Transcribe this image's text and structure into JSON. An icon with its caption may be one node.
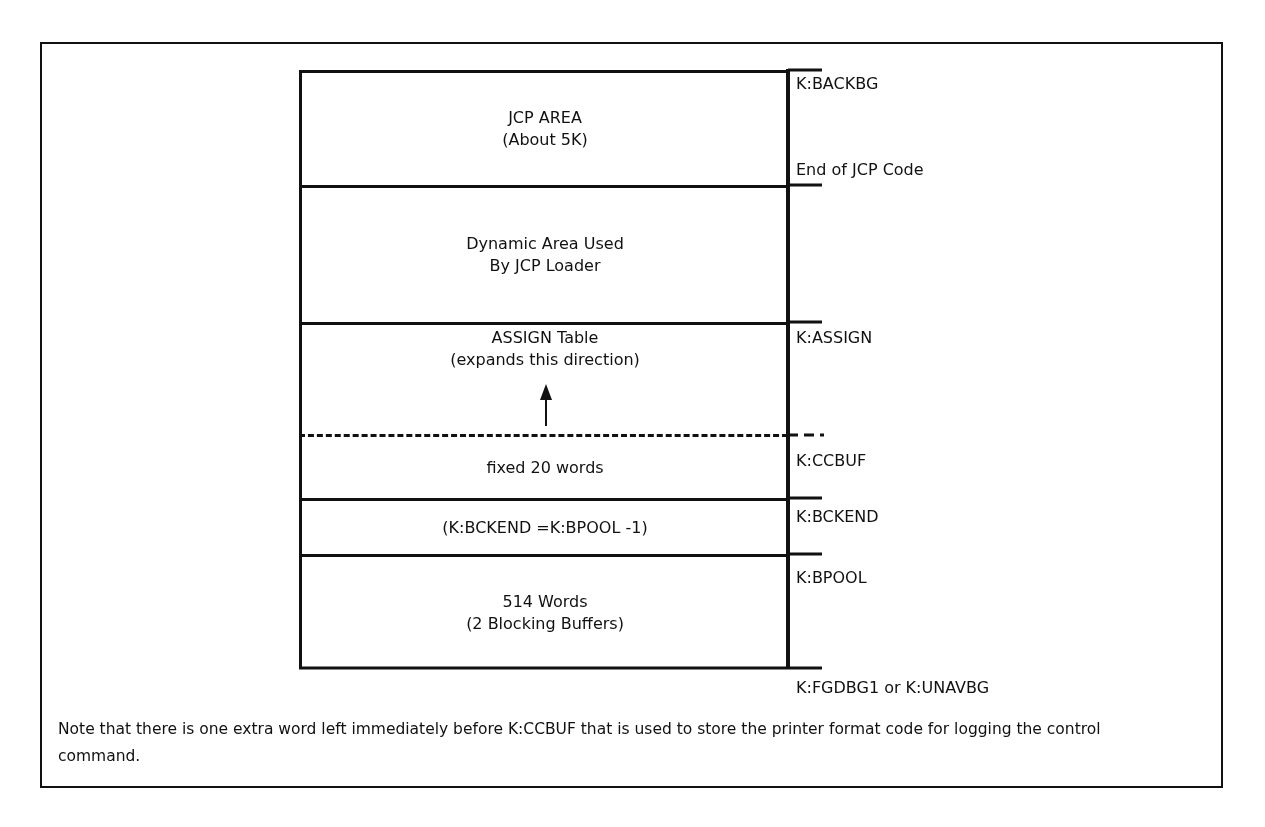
{
  "diagram": {
    "caption": "Note that there is one extra word left immediately before K:CCBUF that is used to store the printer format code for logging the control command.",
    "nodes": [
      {
        "text": [
          "JCP AREA",
          "(About 5K)"
        ]
      },
      {
        "text": [
          "Dynamic Area Used By JCP Loader"
        ]
      },
      {
        "text": [
          "ASSIGN Table",
          "(expands this direction)"
        ]
      },
      {
        "text": [
          "fixed 20 words"
        ]
      },
      {
        "text": [
          "(K:BCKEND =K:BPOOL -1)"
        ]
      },
      {
        "text": [
          "514 Words",
          "(2 Blocking Buffers)"
        ]
      }
    ],
    "labels": [
      "K:BACKBG",
      "End of JCP Code",
      "K:ASSIGN",
      "K:CCBUF",
      "K:BCKEND",
      "K:BPOOL",
      "K:FGDBG1 or K:UNAVBG"
    ]
  }
}
